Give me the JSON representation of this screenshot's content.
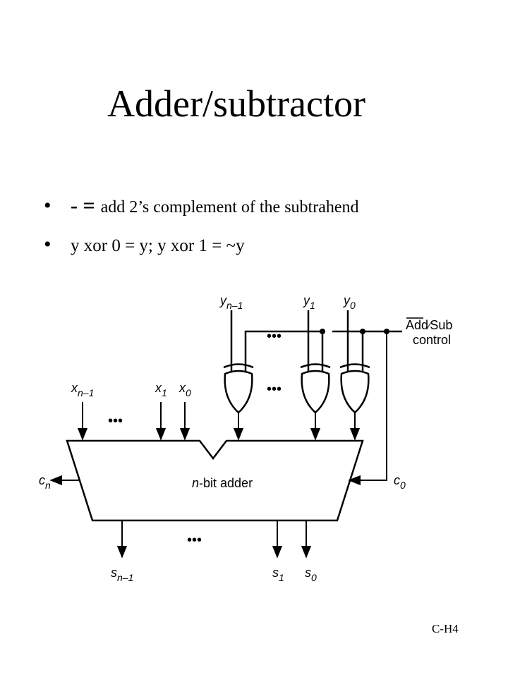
{
  "title": "Adder/subtractor",
  "bullets": [
    {
      "symbol": "•",
      "emphasis": "- =",
      "text": "add 2’s complement  of the subtrahend"
    },
    {
      "symbol": "•",
      "emphasis": "",
      "text": "y xor 0 = y; y xor 1 = ~y"
    }
  ],
  "diagram": {
    "adder_label_var": "n",
    "adder_label_text": "-bit adder",
    "control_add": "Add",
    "control_sep": "⁄",
    "control_sub": "Sub",
    "control_word": "control",
    "y_inputs": [
      {
        "var": "y",
        "sub": "n–1"
      },
      {
        "var": "y",
        "sub": "1"
      },
      {
        "var": "y",
        "sub": "0"
      }
    ],
    "x_inputs": [
      {
        "var": "x",
        "sub": "n–1"
      },
      {
        "var": "x",
        "sub": "1"
      },
      {
        "var": "x",
        "sub": "0"
      }
    ],
    "s_outputs": [
      {
        "var": "s",
        "sub": "n–1"
      },
      {
        "var": "s",
        "sub": "1"
      },
      {
        "var": "s",
        "sub": "0"
      }
    ],
    "carry_out": {
      "var": "c",
      "sub": "n"
    },
    "carry_in": {
      "var": "c",
      "sub": "0"
    },
    "ellipsis": "•••"
  },
  "footer": "C-H4"
}
